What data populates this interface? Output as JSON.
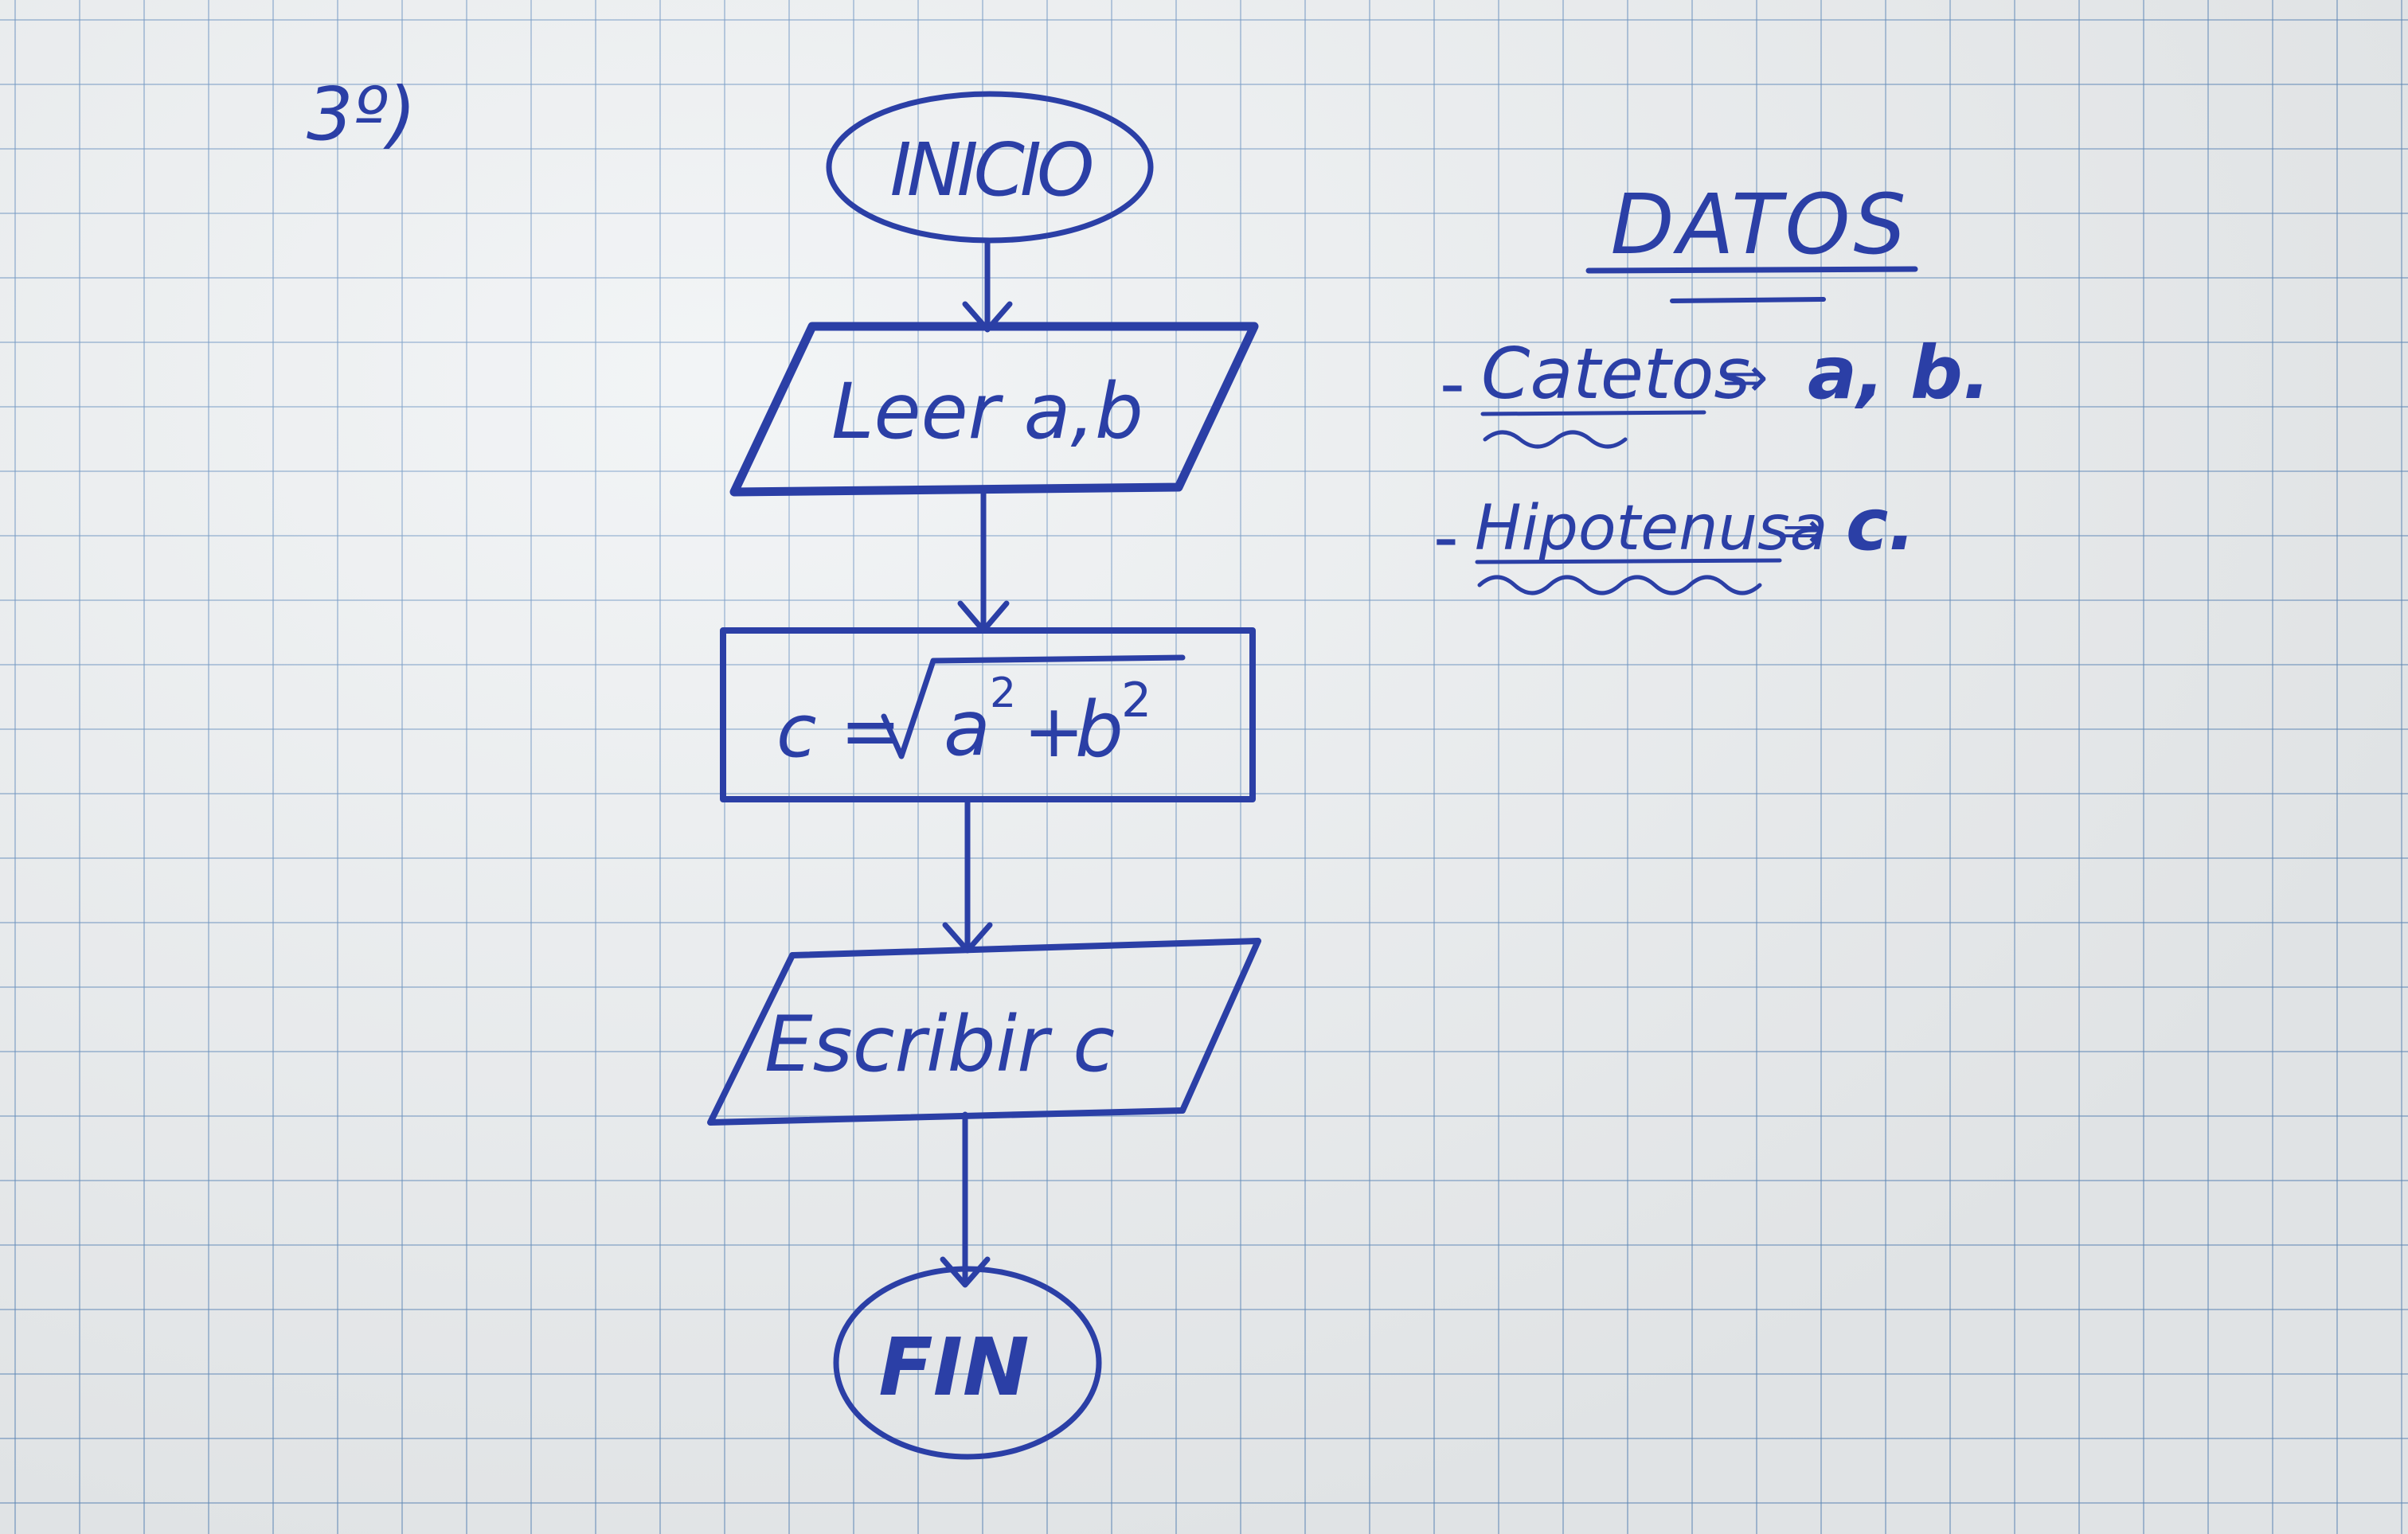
{
  "exercise_number": "3º)",
  "flowchart": {
    "start": "INICIO",
    "input": "Leer a,b",
    "process": {
      "lhs": "c =",
      "radicand_a": "a",
      "radicand_plus": "+",
      "radicand_b": "b",
      "exponent": "2"
    },
    "output": "Escribir c",
    "end": "FIN"
  },
  "datos": {
    "title": "DATOS",
    "items": [
      {
        "dash": "-",
        "term": "Catetos",
        "arrow": "⇒",
        "value": "a, b."
      },
      {
        "dash": "-",
        "term": "Hipotenusa",
        "arrow": "⇒",
        "value": "c."
      }
    ]
  },
  "colors": {
    "ink": "#2b3fa6",
    "paper": "#eef1f3",
    "grid": "#608cbe"
  }
}
